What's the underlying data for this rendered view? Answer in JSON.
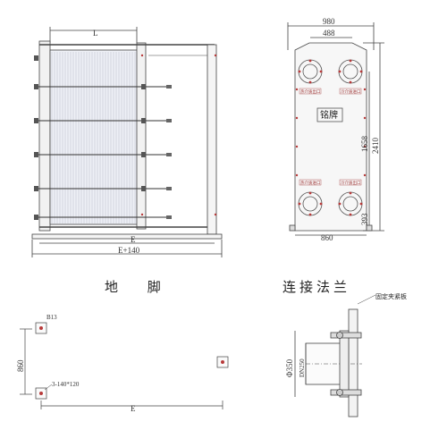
{
  "front_view": {
    "label_L": "L",
    "label_E": "E",
    "label_E140": "E+140"
  },
  "side_view": {
    "dim_width": "980",
    "dim_port_spacing": "488",
    "dim_1658": "1658",
    "dim_2410": "2410",
    "dim_393": "393",
    "dim_860": "860",
    "nameplate": "铭牌",
    "port_tag_1": "热介质出口",
    "port_tag_2": "冷介质进口",
    "port_tag_3": "热介质进口",
    "port_tag_4": "冷介质出口"
  },
  "foot": {
    "caption": "地 脚",
    "hole_label": "B13",
    "slot_label": "3-140*120",
    "dim_860": "860",
    "label_E": "E"
  },
  "flange": {
    "caption": "连接法兰",
    "plate_label": "固定夹紧板",
    "dn_label": "DN250",
    "phi_label": "Φ350"
  }
}
